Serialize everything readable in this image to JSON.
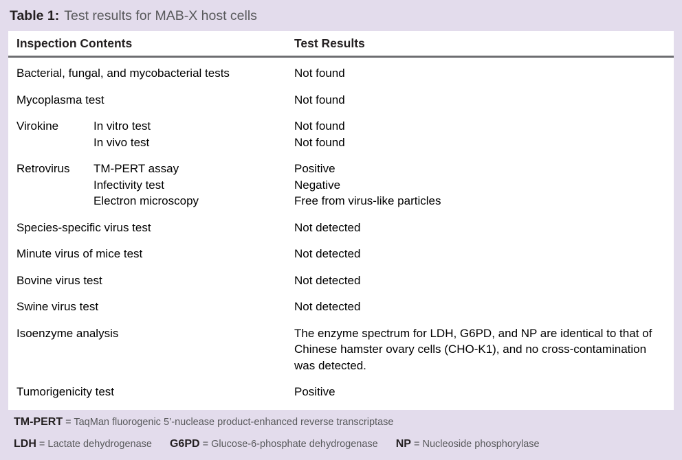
{
  "caption": {
    "label": "Table 1:",
    "text": "Test results for MAB-X host cells"
  },
  "table": {
    "columns": {
      "inspection_contents": "Inspection Contents",
      "test_results": "Test Results"
    },
    "rows": [
      {
        "name": "Bacterial, fungal, and mycobacterial tests",
        "sub": "",
        "result": "Not found"
      },
      {
        "name": "Mycoplasma test",
        "sub": "",
        "result": "Not found"
      },
      {
        "name": "Virokine",
        "sub": "In vitro test\nIn vivo test",
        "result": "Not found\nNot found"
      },
      {
        "name": "Retrovirus",
        "sub": "TM-PERT assay\nInfectivity test\nElectron microscopy",
        "result": "Positive\nNegative\nFree from virus-like particles"
      },
      {
        "name": "Species-specific virus test",
        "sub": "",
        "result": "Not detected"
      },
      {
        "name": "Minute virus of mice test",
        "sub": "",
        "result": "Not detected"
      },
      {
        "name": "Bovine virus test",
        "sub": "",
        "result": "Not detected"
      },
      {
        "name": "Swine virus test",
        "sub": "",
        "result": "Not detected"
      },
      {
        "name": "Isoenzyme analysis",
        "sub": "",
        "result": "The enzyme spectrum for LDH, G6PD, and NP are identical to that of Chinese hamster ovary cells (CHO-K1), and no cross-contamination was detected."
      },
      {
        "name": "Tumorigenicity test",
        "sub": "",
        "result": "Positive"
      }
    ]
  },
  "footnotes": {
    "line1": [
      {
        "abbr": "TM-PERT",
        "def": "= TaqMan fluorogenic 5’-nuclease product-enhanced reverse transcriptase"
      }
    ],
    "line2": [
      {
        "abbr": "LDH",
        "def": "= Lactate dehydrogenase"
      },
      {
        "abbr": "G6PD",
        "def": "= Glucose-6-phosphate dehydrogenase"
      },
      {
        "abbr": "NP",
        "def": "= Nucleoside phosphorylase"
      }
    ]
  },
  "colors": {
    "background": "#e3dcec",
    "surface": "#ffffff",
    "rule": "#6d6e71",
    "text": "#000000",
    "muted_text": "#58595b"
  }
}
